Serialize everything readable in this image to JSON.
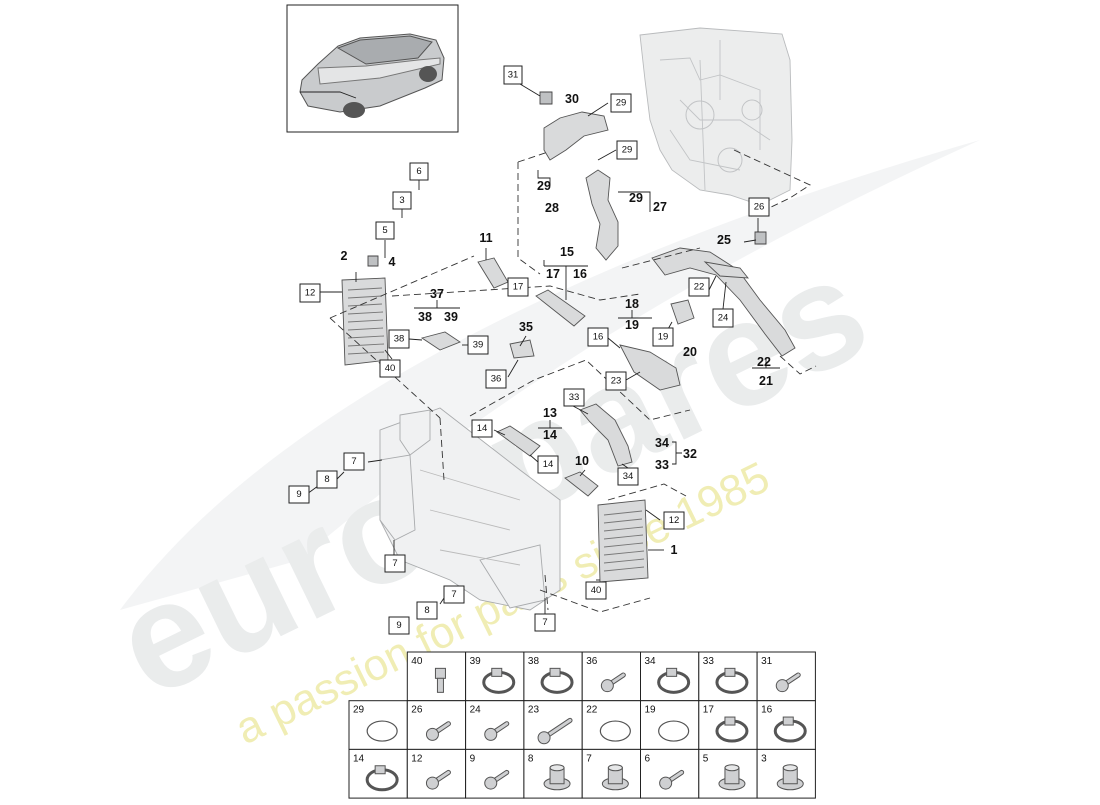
{
  "watermark": {
    "brand": "eurospares",
    "tagline": "a passion for parts since 1985"
  },
  "callouts": {
    "c31": "31",
    "c30": "30",
    "c29a": "29",
    "c29b": "29",
    "c29c": "29",
    "c28": "28",
    "c29d": "29",
    "c27": "27",
    "c6": "6",
    "c3": "3",
    "c5": "5",
    "c4": "4",
    "c2": "2",
    "c12a": "12",
    "c11": "11",
    "c17a": "17",
    "c15": "15",
    "c17b": "17",
    "c16a": "16",
    "c26": "26",
    "c25": "25",
    "c22a": "22",
    "c24": "24",
    "c22b": "22",
    "c21": "21",
    "c37": "37",
    "c38a": "38",
    "c39a": "39",
    "c38b": "38",
    "c39b": "39",
    "c35": "35",
    "c36": "36",
    "c40a": "40",
    "c18": "18",
    "c19a": "19",
    "c16b": "16",
    "c19b": "19",
    "c20": "20",
    "c23": "23",
    "c33a": "33",
    "c13": "13",
    "c14a": "14",
    "c14b": "14",
    "c14c": "14",
    "c34a": "34",
    "c33b": "33",
    "c32": "32",
    "c10": "10",
    "c34b": "34",
    "c7a": "7",
    "c8a": "8",
    "c9a": "9",
    "c12b": "12",
    "c1": "1",
    "c7b": "7",
    "c40b": "40",
    "c7c": "7",
    "c8b": "8",
    "c9b": "9",
    "c7d": "7"
  },
  "fastener_table": {
    "rows": [
      [
        "40",
        "39",
        "38",
        "36",
        "34",
        "33",
        "31"
      ],
      [
        "29",
        "26",
        "24",
        "23",
        "22",
        "19",
        "17",
        "16"
      ],
      [
        "14",
        "12",
        "9",
        "8",
        "7",
        "6",
        "5",
        "3"
      ]
    ],
    "icons": [
      [
        "sensor-icon",
        "hose-clamp-icon",
        "hose-clamp-icon",
        "screw-icon",
        "hose-clamp-icon",
        "hose-clamp-icon",
        "screw-icon"
      ],
      [
        "o-ring-icon",
        "screw-icon",
        "screw-icon",
        "long-bolt-icon",
        "o-ring-icon",
        "o-ring-icon",
        "hose-clamp-icon",
        "hose-clamp-icon"
      ],
      [
        "hose-clamp-icon",
        "screw-icon",
        "screw-icon",
        "rivet-nut-icon",
        "rivet-nut-icon",
        "screw-icon",
        "expanding-rivet-icon",
        "flange-nut-icon"
      ]
    ]
  }
}
